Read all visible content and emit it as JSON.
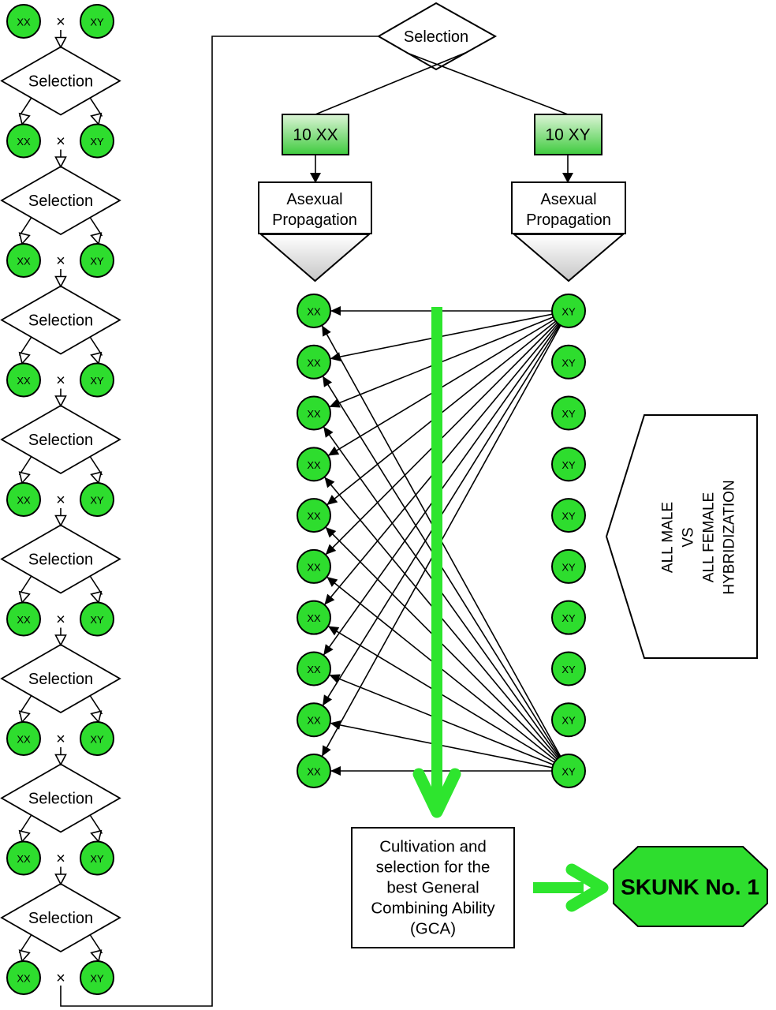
{
  "diagram": {
    "selection_label": "Selection",
    "cross_symbol": "×",
    "female_label": "XX",
    "male_label": "XY",
    "left_column": {
      "pair_count": 9,
      "selection_count": 8
    },
    "final_selection_label": "Selection",
    "selected_groups": {
      "left": "10 XX",
      "right": "10 XY"
    },
    "propagation_left": [
      "Asexual",
      "Propagation"
    ],
    "propagation_right": [
      "Asexual",
      "Propagation"
    ],
    "grid": {
      "female_label": "XX",
      "male_label": "XY",
      "rows": 10
    },
    "callout_lines": [
      "ALL MALE",
      "VS",
      "ALL FEMALE",
      "HYBRIDIZATION"
    ],
    "gca_lines": [
      "Cultivation and",
      "selection for the",
      "best General",
      "Combining Ability",
      "(GCA)"
    ],
    "result_label": "SKUNK No. 1",
    "colors": {
      "node_green": "#2edd2e",
      "arrow_green": "#2ee52e",
      "box_gradient_top": "#dcf4d6",
      "box_gradient_bottom": "#3ecb3e",
      "funnel_gradient_top": "#ffffff",
      "funnel_gradient_bottom": "#c6c6c6",
      "outline": "#000000"
    }
  }
}
